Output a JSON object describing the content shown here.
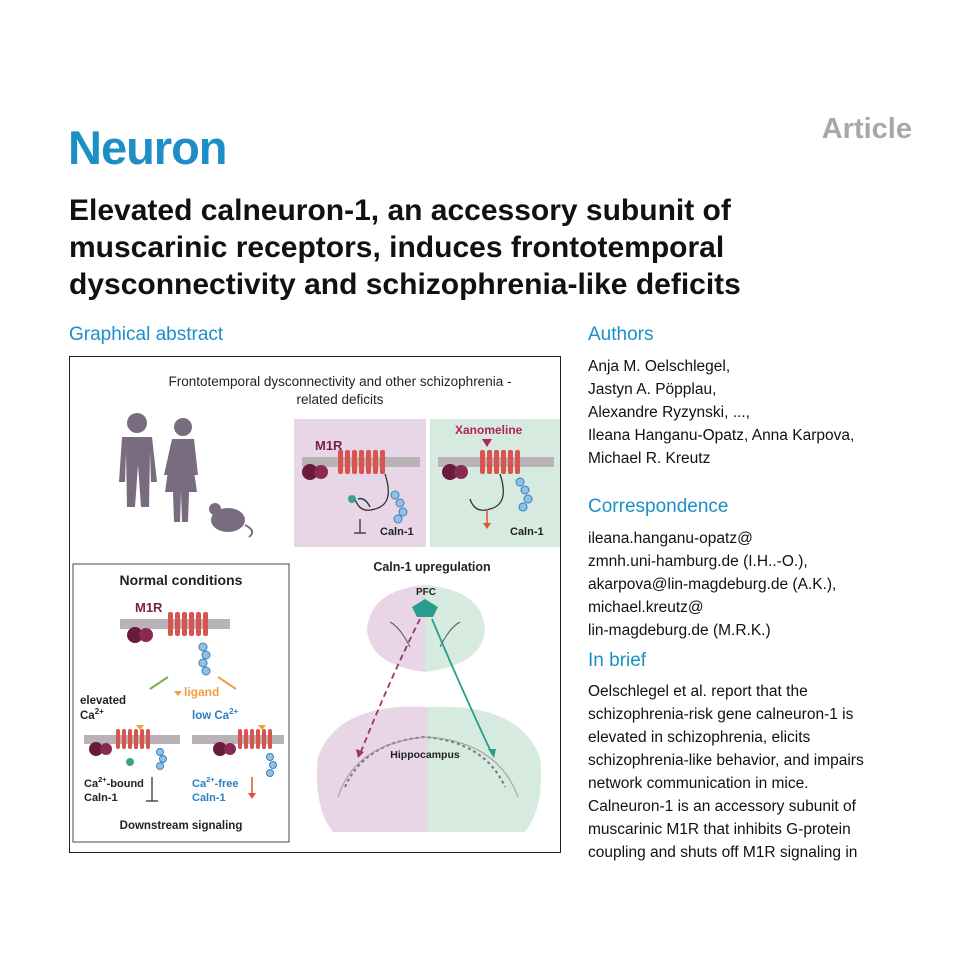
{
  "header": {
    "journal": "Neuron",
    "article_type": "Article",
    "title_lines": [
      "Elevated calneuron-1, an accessory subunit of",
      "muscarinic receptors, induces frontotemporal",
      "dysconnectivity and schizophrenia-like deficits"
    ]
  },
  "graphical_abstract": {
    "heading": "Graphical abstract",
    "top_title_1": "Frontotemporal dysconnectivity and other schizophrenia -",
    "top_title_2": "related deficits",
    "panel_left": {
      "receptor": "M1R",
      "caln": "Caln-1"
    },
    "panel_right": {
      "drug": "Xanomeline",
      "caln": "Caln-1"
    },
    "normal": {
      "title": "Normal conditions",
      "receptor": "M1R",
      "ligand": "ligand",
      "elevated": "elevated",
      "ca_left": "Ca",
      "ca_left_sup": "2+",
      "low": "low Ca",
      "low_sup": "2+",
      "bound_1": "Ca",
      "bound_sup": "2+",
      "bound_2": "-bound",
      "bound_3": "Caln-1",
      "free_1": "Ca",
      "free_sup": "2+",
      "free_2": "-free",
      "free_3": "Caln-1",
      "downstream": "Downstream signaling"
    },
    "brain": {
      "title": "Caln-1 upregulation",
      "pfc": "PFC",
      "hippocampus": "Hippocampus"
    },
    "colors": {
      "purple_panel": "#e8d6e6",
      "green_panel": "#d6eadf",
      "receptor": "#d9534f",
      "caln": "#8fc2e8",
      "teal": "#2a9d8f",
      "magenta": "#a0306a"
    }
  },
  "authors": {
    "heading": "Authors",
    "lines": [
      "Anja M. Oelschlegel,",
      "Jastyn A. Pöpplau,",
      "Alexandre Ryzynski, ...,",
      "Ileana Hanganu-Opatz, Anna Karpova,",
      "Michael R. Kreutz"
    ]
  },
  "correspondence": {
    "heading": "Correspondence",
    "lines": [
      "ileana.hanganu-opatz@",
      "zmnh.uni-hamburg.de (I.H..-O.),",
      "akarpova@lin-magdeburg.de (A.K.),",
      "michael.kreutz@",
      "lin-magdeburg.de (M.R.K.)"
    ]
  },
  "in_brief": {
    "heading": "In brief",
    "lines": [
      "Oelschlegel et al. report that the",
      "schizophrenia-risk gene calneuron-1 is",
      "elevated in schizophrenia, elicits",
      "schizophrenia-like behavior, and impairs",
      "network communication in mice.",
      "Calneuron-1 is an accessory subunit of",
      "muscarinic M1R that inhibits G-protein",
      "coupling and shuts off M1R signaling in"
    ]
  }
}
